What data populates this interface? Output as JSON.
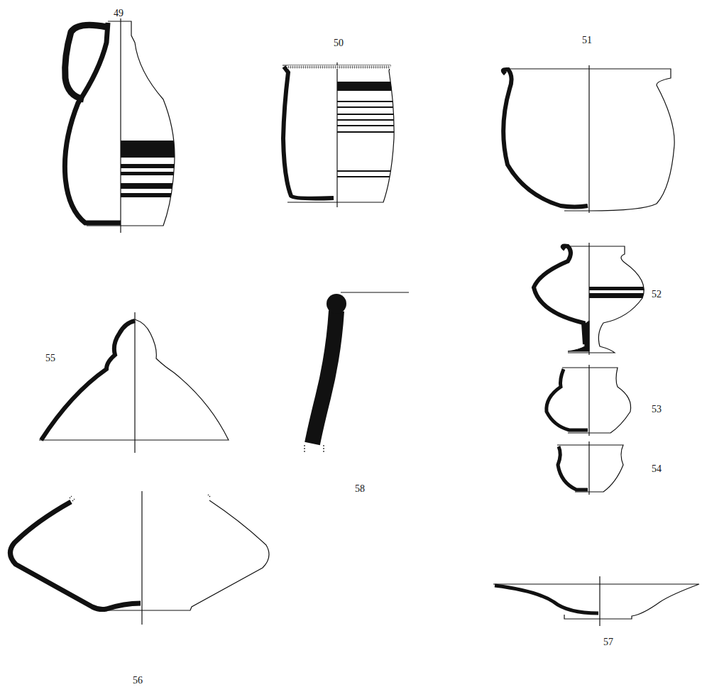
{
  "diagram": {
    "labels": [
      "49",
      "50",
      "51",
      "52",
      "53",
      "54",
      "55",
      "56",
      "57",
      "58"
    ]
  }
}
